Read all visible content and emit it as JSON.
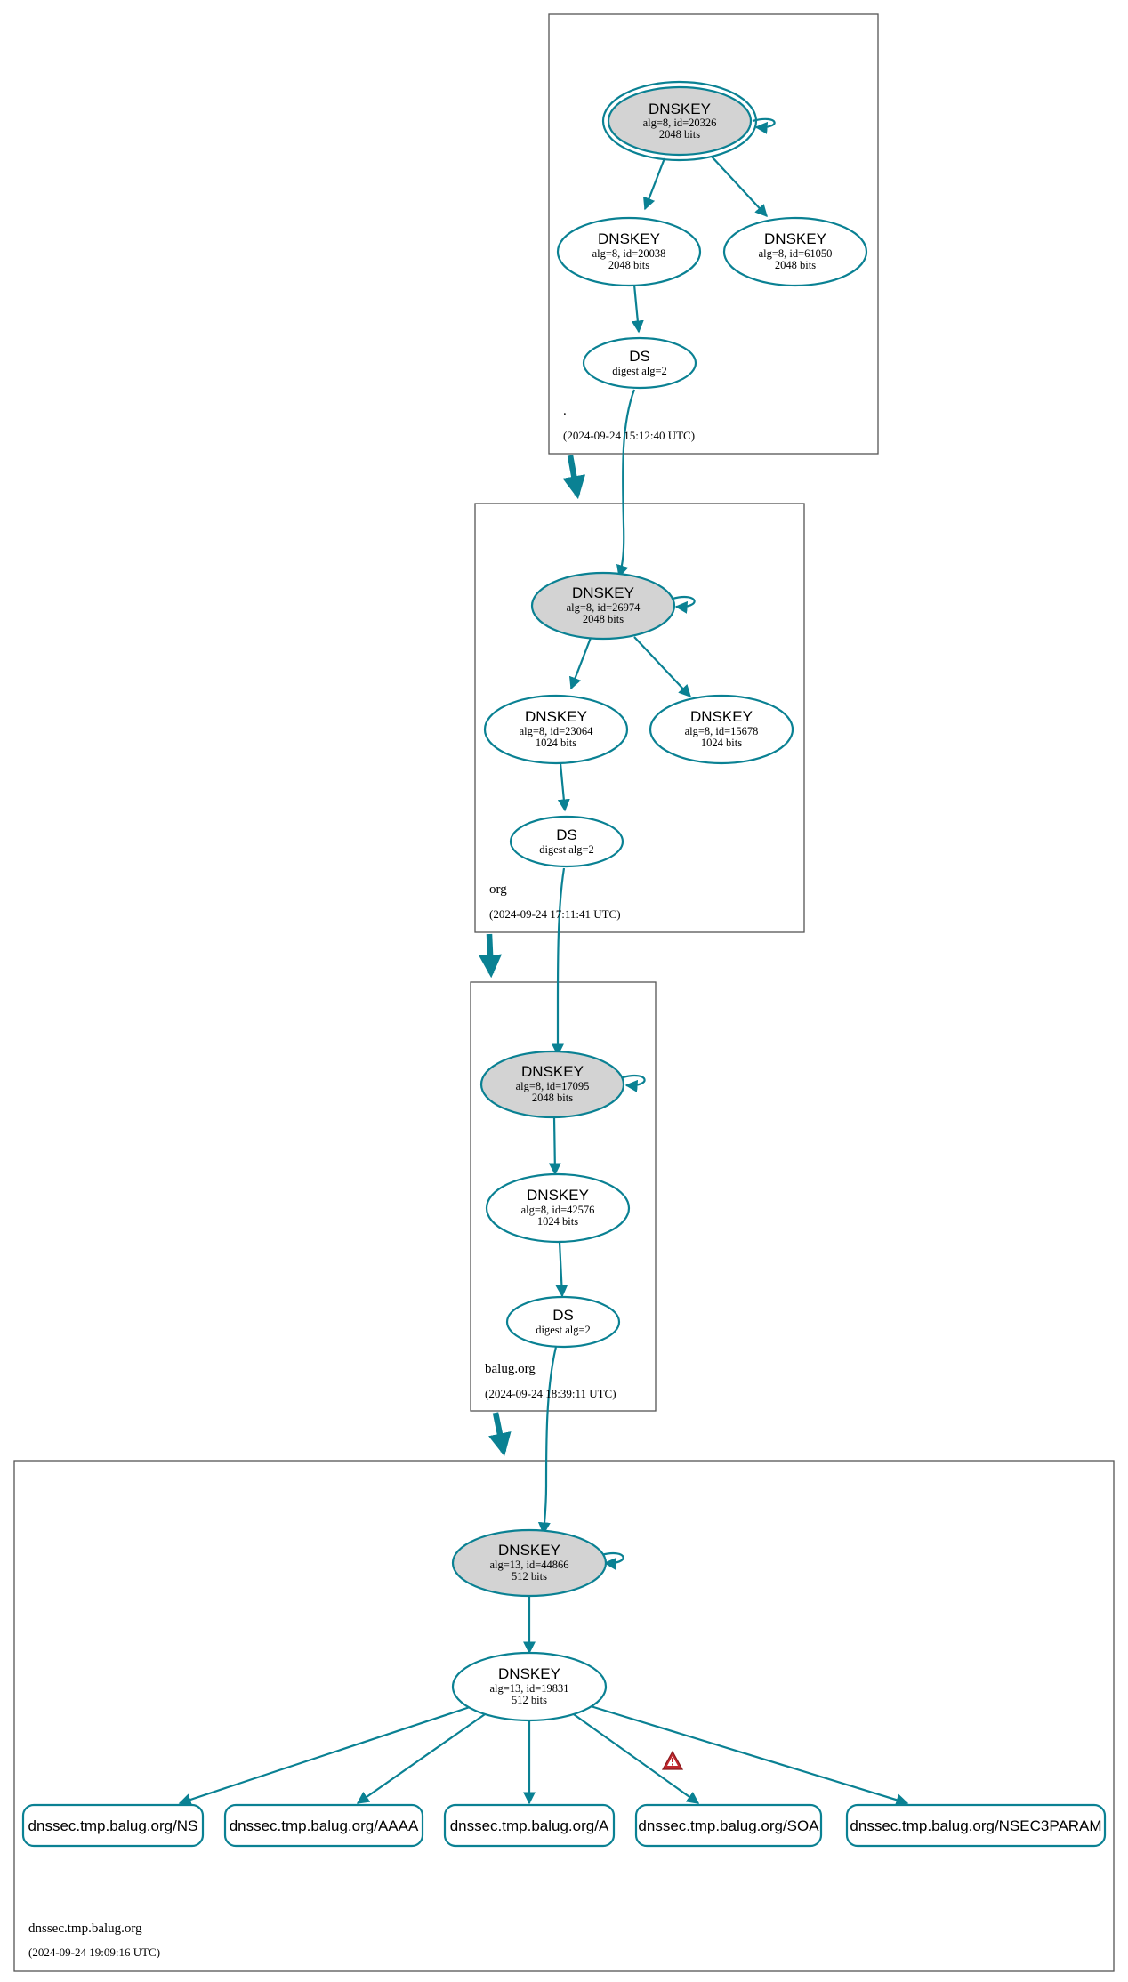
{
  "zones": [
    {
      "name": ".",
      "timestamp": "(2024-09-24 15:12:40 UTC)"
    },
    {
      "name": "org",
      "timestamp": "(2024-09-24 17:11:41 UTC)"
    },
    {
      "name": "balug.org",
      "timestamp": "(2024-09-24 18:39:11 UTC)"
    },
    {
      "name": "dnssec.tmp.balug.org",
      "timestamp": "(2024-09-24 19:09:16 UTC)"
    }
  ],
  "nodes": {
    "root_ksk": {
      "type": "DNSKEY",
      "line1": "alg=8, id=20326",
      "line2": "2048 bits"
    },
    "root_zsk1": {
      "type": "DNSKEY",
      "line1": "alg=8, id=20038",
      "line2": "2048 bits"
    },
    "root_zsk2": {
      "type": "DNSKEY",
      "line1": "alg=8, id=61050",
      "line2": "2048 bits"
    },
    "org_ds": {
      "type": "DS",
      "line1": "digest alg=2"
    },
    "org_ksk": {
      "type": "DNSKEY",
      "line1": "alg=8, id=26974",
      "line2": "2048 bits"
    },
    "org_zsk1": {
      "type": "DNSKEY",
      "line1": "alg=8, id=23064",
      "line2": "1024 bits"
    },
    "org_zsk2": {
      "type": "DNSKEY",
      "line1": "alg=8, id=15678",
      "line2": "1024 bits"
    },
    "balug_ds": {
      "type": "DS",
      "line1": "digest alg=2"
    },
    "balug_ksk": {
      "type": "DNSKEY",
      "line1": "alg=8, id=17095",
      "line2": "2048 bits"
    },
    "balug_zsk": {
      "type": "DNSKEY",
      "line1": "alg=8, id=42576",
      "line2": "1024 bits"
    },
    "dnssec_ds": {
      "type": "DS",
      "line1": "digest alg=2"
    },
    "dnssec_ksk": {
      "type": "DNSKEY",
      "line1": "alg=13, id=44866",
      "line2": "512 bits"
    },
    "dnssec_zsk": {
      "type": "DNSKEY",
      "line1": "alg=13, id=19831",
      "line2": "512 bits"
    }
  },
  "rrsets": [
    "dnssec.tmp.balug.org/NS",
    "dnssec.tmp.balug.org/AAAA",
    "dnssec.tmp.balug.org/A",
    "dnssec.tmp.balug.org/SOA",
    "dnssec.tmp.balug.org/NSEC3PARAM"
  ],
  "colors": {
    "edge": "#0a8193",
    "ksk_fill": "#d3d3d3",
    "warning": "#c0272d"
  },
  "icons": {
    "warning": "warning-icon"
  }
}
